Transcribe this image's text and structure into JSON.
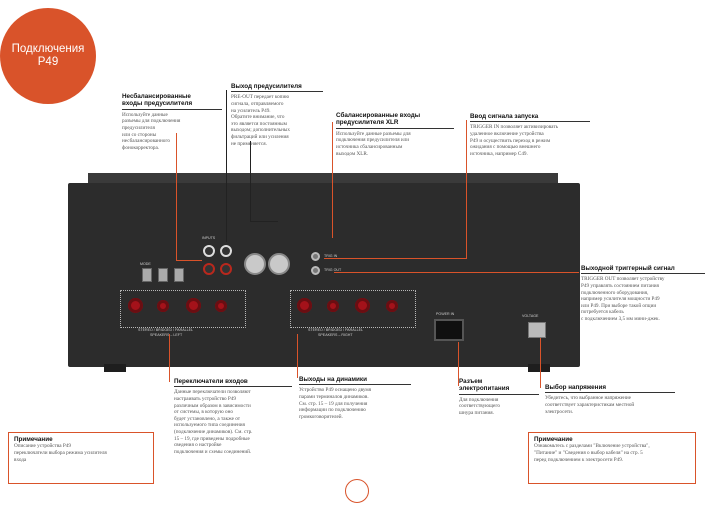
{
  "badge": {
    "line1": "Подключения",
    "line2": "P49"
  },
  "callouts": {
    "unbal": {
      "title1": "Несбалансированные",
      "title2": "входы предусилителя",
      "body": [
        "Используйте данные",
        "разъемы для подключения",
        "предусилителя",
        "или со стороны",
        "несбалансированного",
        "фонокорректора."
      ]
    },
    "preout": {
      "title": "Выход предусилителя",
      "body": [
        "PRE-OUT передает копию",
        "сигнала, отправляемого",
        "на усилитель P49.",
        "Обратите внимание, что",
        "это является постоянным",
        "выходом; дополнительных",
        "фильтраций или усиления",
        "не применяется."
      ]
    },
    "xlr": {
      "title1": "Сбалансированные входы",
      "title2": "предусилителя XLR",
      "body": [
        "Используйте данные разъемы для",
        "подключения предусилителя или",
        "источника сбалансированным",
        "выходом XLR."
      ]
    },
    "trigin": {
      "title": "Ввод сигнала запуска",
      "body": [
        "TRIGGER IN позволяет активизировать",
        "удаленное включение устройства",
        "P49 и осуществить переход в режим",
        "ожидания с помощью внешнего",
        "источника, например C49."
      ]
    },
    "trigout": {
      "title": "Выходной триггерный сигнал",
      "body": [
        "TRIGGER OUT позволяет устройству",
        "P49 управлять состоянием питания",
        "подключенного оборудования,",
        "например усилителя мощности P49",
        "или P49. При выборе такой опции",
        "потребуется кабель",
        "с подключением 3,5 мм мини-джек."
      ]
    },
    "sw": {
      "title": "Переключатели входов",
      "body": [
        "Данные переключатели позволяют",
        "настраивать устройство P49",
        "различным образом в зависимости",
        "от системы, в которую оно",
        "будет установлено, а также от",
        "используемого типа соединения",
        "(подключение динамиков). См. стр.",
        "15 – 19, где приведены подробные",
        "сведения о настройке",
        "подключения и схемы соединений."
      ]
    },
    "spk": {
      "title": "Выходы на динамики",
      "body": [
        "Устройство P49 оснащено двумя",
        "парами терминалов динамиков.",
        "См. стр. 15 – 19 для получения",
        "информации по подключению",
        "громкоговорителей."
      ]
    },
    "power": {
      "title1": "Разъем",
      "title2": "электропитания",
      "body": [
        "Для подключения",
        "соответствующего",
        "шнура питания."
      ]
    },
    "volt": {
      "title": "Выбор напряжения",
      "body": [
        "Убедитесь, что выбранное напряжение",
        "соответствует характеристикам местной",
        "электросети."
      ]
    }
  },
  "notes": {
    "left": {
      "title": "Примечание",
      "body": [
        "Описание устройства P49",
        "переключатели выбора режима усилителя",
        "входа"
      ]
    },
    "right": {
      "title": "Примечание",
      "body": [
        "Ознакомьтесь с разделами \"Включение устройства\",",
        "\"Питание\" и \"Сведения о выбор кабеля\" на стр. 5",
        "перед подключением к электросети P49."
      ]
    }
  },
  "panel": {
    "power_label": "POWER IN",
    "bridge_left": "STEREO / BRIDGED / PARALLEL",
    "bridge_right": "STEREO / BRIDGED / PARALLEL",
    "spk_left_label": "SPEAKERS – LEFT",
    "spk_right_label": "SPEAKERS – RIGHT",
    "trig_in": "TRIG IN",
    "trig_out": "TRIG OUT",
    "volt_label": "VOLTAGE",
    "mode_label": "MODE",
    "in_label": "INPUTS"
  },
  "colors": {
    "accent": "#d9532a",
    "panel": "#2c2c2c",
    "terminal": "#a4121a"
  }
}
